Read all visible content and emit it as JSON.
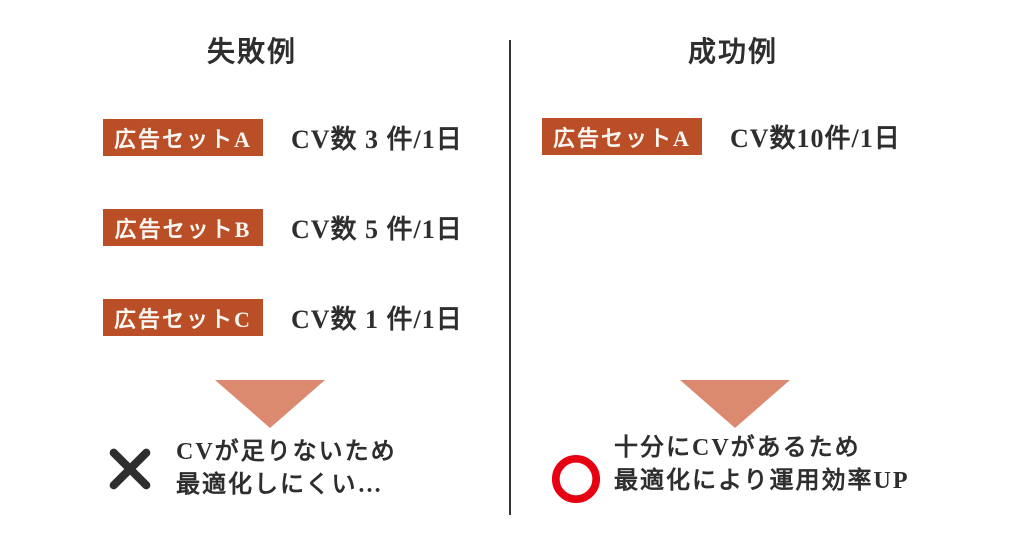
{
  "left_panel": {
    "title": "失敗例",
    "rows": [
      {
        "label": "広告セットA",
        "value": "CV数 3 件/1日"
      },
      {
        "label": "広告セットB",
        "value": "CV数 5 件/1日"
      },
      {
        "label": "広告セットC",
        "value": "CV数 1 件/1日"
      }
    ],
    "result": {
      "icon": "cross-mark-icon",
      "line1": "CVが足りないため",
      "line2": "最適化しにくい…"
    }
  },
  "right_panel": {
    "title": "成功例",
    "rows": [
      {
        "label": "広告セットA",
        "value": "CV数10件/1日"
      }
    ],
    "result": {
      "icon": "circle-mark-icon",
      "line1": "十分にCVがあるため",
      "line2": "最適化により運用効率UP"
    }
  },
  "colors": {
    "label_box": "#b94e27",
    "label_text": "#faf7f2",
    "arrow": "#db8a70",
    "cross": "#2e2e2e",
    "circle": "#e60012",
    "text": "#2e2e2e",
    "divider": "#333333"
  }
}
